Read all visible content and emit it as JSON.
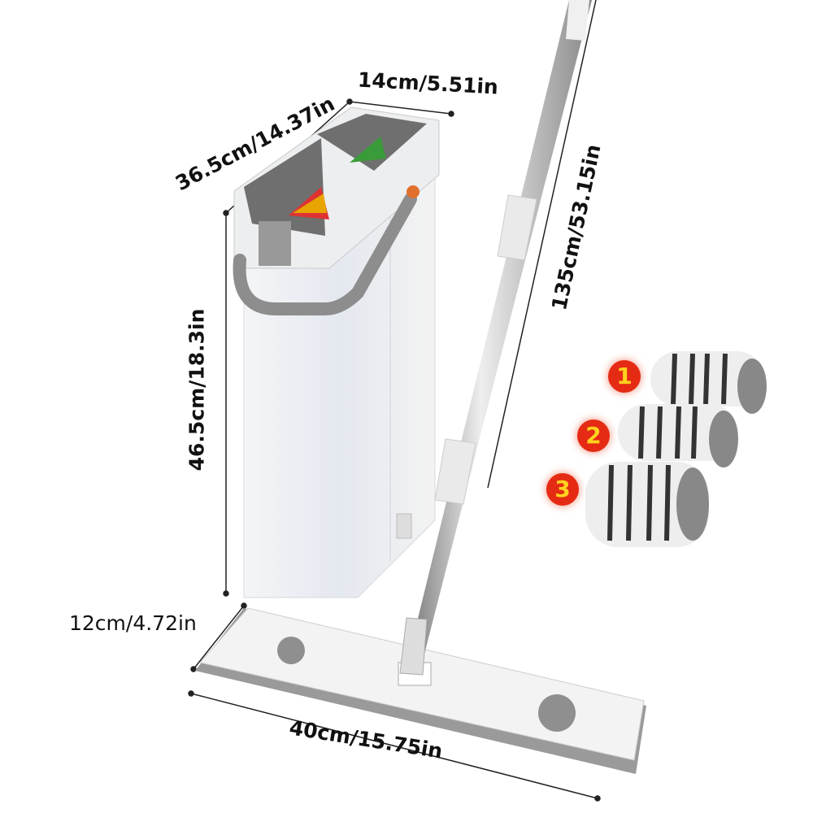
{
  "dimensions": {
    "bucket_width": "14cm/5.51in",
    "bucket_length": "36.5cm/14.37in",
    "pole_length": "135cm/53.15in",
    "bucket_height": "46.5cm/18.3in",
    "pad_width": "12cm/4.72in",
    "pad_length": "40cm/15.75in"
  },
  "refill_pads": [
    {
      "badge": "1"
    },
    {
      "badge": "2"
    },
    {
      "badge": "3"
    }
  ],
  "colors": {
    "badge": "#e52b14",
    "badge_text": "#ffd21f",
    "product_gray": "#8a8a8a"
  }
}
